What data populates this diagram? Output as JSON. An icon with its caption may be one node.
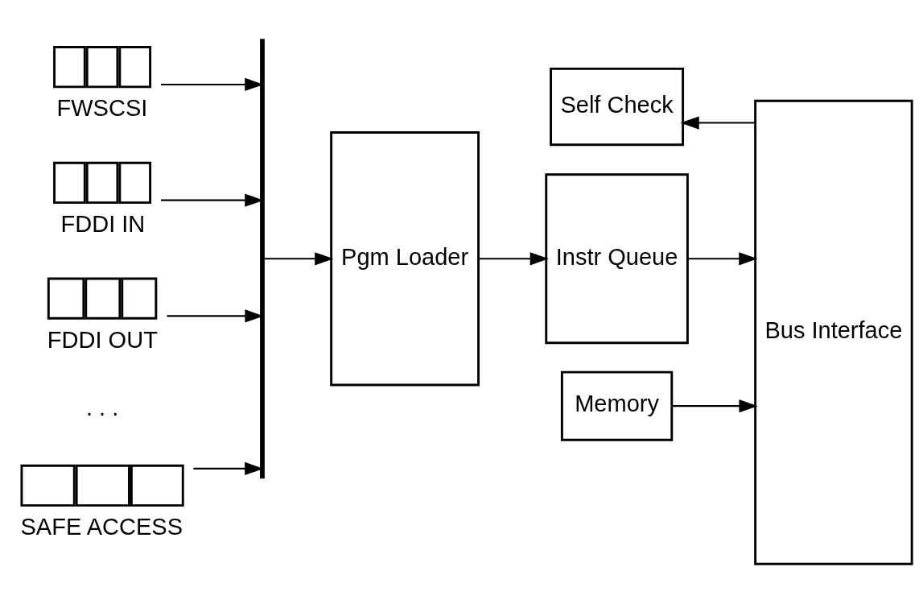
{
  "diagram": {
    "nodes": [
      {
        "text": [
          "FWSCSI"
        ]
      },
      {
        "text": [
          "FDDI IN"
        ]
      },
      {
        "text": [
          "FDDI OUT"
        ]
      },
      {
        "text": [
          "SAFE ACCESS"
        ]
      },
      {
        "text": [],
        "shape": "bar"
      },
      {
        "text": [
          "Pgm Loader"
        ]
      },
      {
        "text": [
          "Self Check"
        ]
      },
      {
        "text": [
          "Instr Queue"
        ]
      },
      {
        "text": [
          "Memory"
        ]
      },
      {
        "text": [
          "Bus Interface"
        ]
      }
    ],
    "edges": [
      {
        "from": 0,
        "to": 4,
        "arrow": "to"
      },
      {
        "from": 1,
        "to": 4,
        "arrow": "to"
      },
      {
        "from": 2,
        "to": 4,
        "arrow": "to"
      },
      {
        "from": 3,
        "to": 4,
        "arrow": "to"
      },
      {
        "from": 4,
        "to": 5,
        "arrow": "to"
      },
      {
        "from": 5,
        "to": 7,
        "arrow": "to"
      },
      {
        "from": 7,
        "to": 9,
        "arrow": "to"
      },
      {
        "from": 8,
        "to": 9,
        "arrow": "to"
      },
      {
        "from": 9,
        "to": 6,
        "arrow": "to"
      }
    ],
    "labels": [
      ". . ."
    ]
  }
}
